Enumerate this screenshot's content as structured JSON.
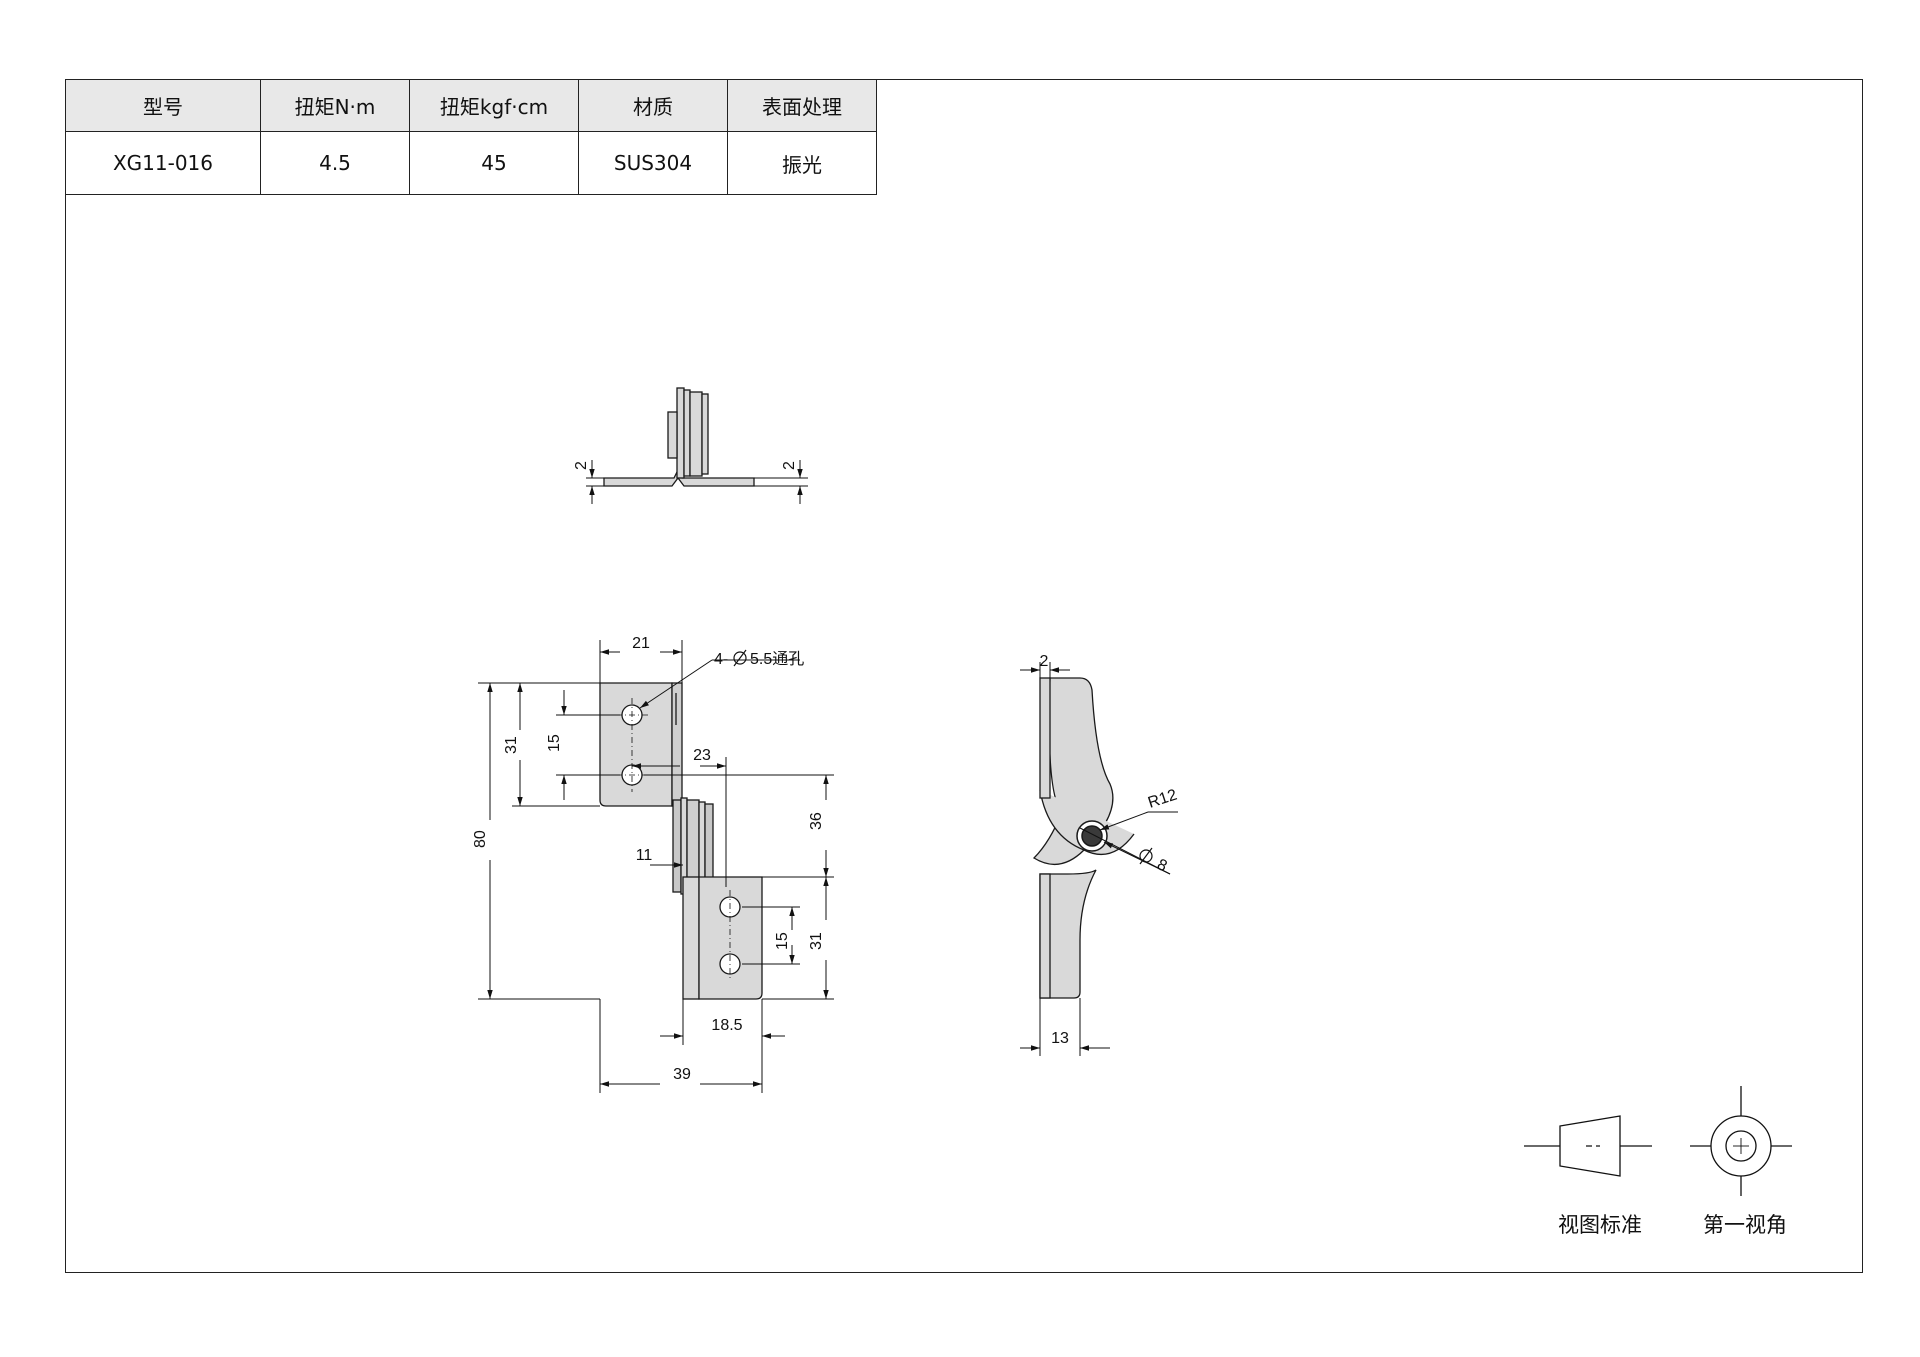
{
  "table": {
    "headers": [
      "型号",
      "扭矩N·m",
      "扭矩kgf·cm",
      "材质",
      "表面处理"
    ],
    "row": [
      "XG11-016",
      "4.5",
      "45",
      "SUS304",
      "振光"
    ]
  },
  "dimensions": {
    "top_left_thickness": "2",
    "top_right_thickness": "2",
    "width_21": "21",
    "hole_callout": "4-",
    "hole_diameter": "5.5通孔",
    "height_80": "80",
    "height_31_left": "31",
    "spacing_15_left": "15",
    "offset_23": "23",
    "height_36": "36",
    "offset_11": "11",
    "spacing_15_right": "15",
    "height_31_right": "31",
    "width_18_5": "18.5",
    "width_39": "39",
    "side_thickness_2": "2",
    "radius_r12": "R12",
    "pivot_diameter": "8",
    "side_width_13": "13"
  },
  "legend": {
    "projection_label": "视图标准",
    "angle_label": "第一视角"
  },
  "colors": {
    "part_fill": "#d9d9d9",
    "line": "#1a1a1a",
    "header_fill": "#e8e8e8"
  }
}
